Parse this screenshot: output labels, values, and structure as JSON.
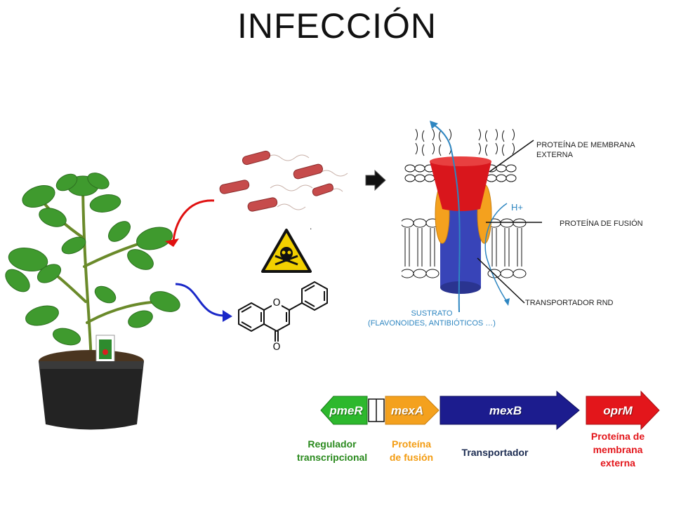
{
  "slide": {
    "title": "INFECCIÓN"
  },
  "labels": {
    "outer_membrane_protein": "PROTEÍNA DE MEMBRANA EXTERNA",
    "fusion_protein": "PROTEÍNA DE FUSIÓN",
    "rnd_transporter": "TRANSPORTADOR RND",
    "proton": "H+",
    "substrate_line1": "SUSTRATO",
    "substrate_line2": "(FLAVONOIDES, ANTIBIÓTICOS …)",
    "dot": "."
  },
  "operon": {
    "genes": [
      {
        "name": "pmeR",
        "color": "#2db82d"
      },
      {
        "name": "mexA",
        "color": "#f4a11e"
      },
      {
        "name": "mexB",
        "color": "#1c1c8e"
      },
      {
        "name": "oprM",
        "color": "#e3161b"
      }
    ],
    "captions": [
      {
        "line1": "Regulador",
        "line2": "transcripcional",
        "color": "#2a8a1e"
      },
      {
        "line1": "Proteína",
        "line2": "de fusión",
        "color": "#f39c12"
      },
      {
        "line1": "Transportador",
        "line2": "",
        "color": "#1a2a50"
      },
      {
        "line1": "Proteína de",
        "line2": "membrana",
        "line3": "externa",
        "color": "#e3161b"
      }
    ]
  },
  "colors": {
    "red_arrow": "#e01010",
    "blue_arrow": "#1a28c8",
    "bacteria": "#c64b4b",
    "plant_leaf": "#3f9a2e",
    "pot": "#222222",
    "outer_protein": "#d9161c",
    "fusion": "#f4a11e",
    "transporter": "#3844b8",
    "substrate": "#2e86c1"
  },
  "icons": {
    "hazard": "toxic-hazard-icon",
    "flow_arrow": "right-arrow-icon"
  }
}
